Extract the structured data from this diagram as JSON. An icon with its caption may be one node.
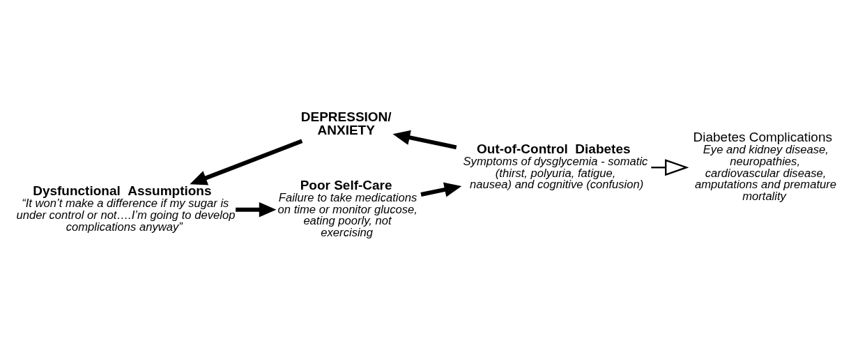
{
  "diagram": {
    "nodes": [
      {
        "text": [
          "Poor Self-Care",
          "Failure to take medications on time or monitor glucose, eating poorly, not exercising"
        ]
      },
      {
        "text": [
          "Out-of-Control  Diabetes",
          "Symptoms of dysglycemia - somatic (thirst, polyuria, fatigue, nausea) and cognitive (confusion)"
        ]
      },
      {
        "text": [
          "DEPRESSION/ ANXIETY"
        ]
      },
      {
        "text": [
          "Dysfunctional  Assumptions",
          "“It won’t make a difference if my sugar is under control or not….I’m going to develop complications anyway”"
        ]
      },
      {
        "text": [
          "Diabetes Complications",
          "Eye and kidney disease, neuropathies, cardiovascular disease, amputations and premature mortality"
        ]
      }
    ],
    "edges": [
      {
        "from": 0,
        "to": 1,
        "arrow": "to"
      },
      {
        "from": 1,
        "to": 2,
        "arrow": "to"
      },
      {
        "from": 2,
        "to": 3,
        "arrow": "to"
      },
      {
        "from": 3,
        "to": 0,
        "arrow": "to"
      },
      {
        "from": 1,
        "to": 4,
        "arrow": "to"
      }
    ]
  }
}
